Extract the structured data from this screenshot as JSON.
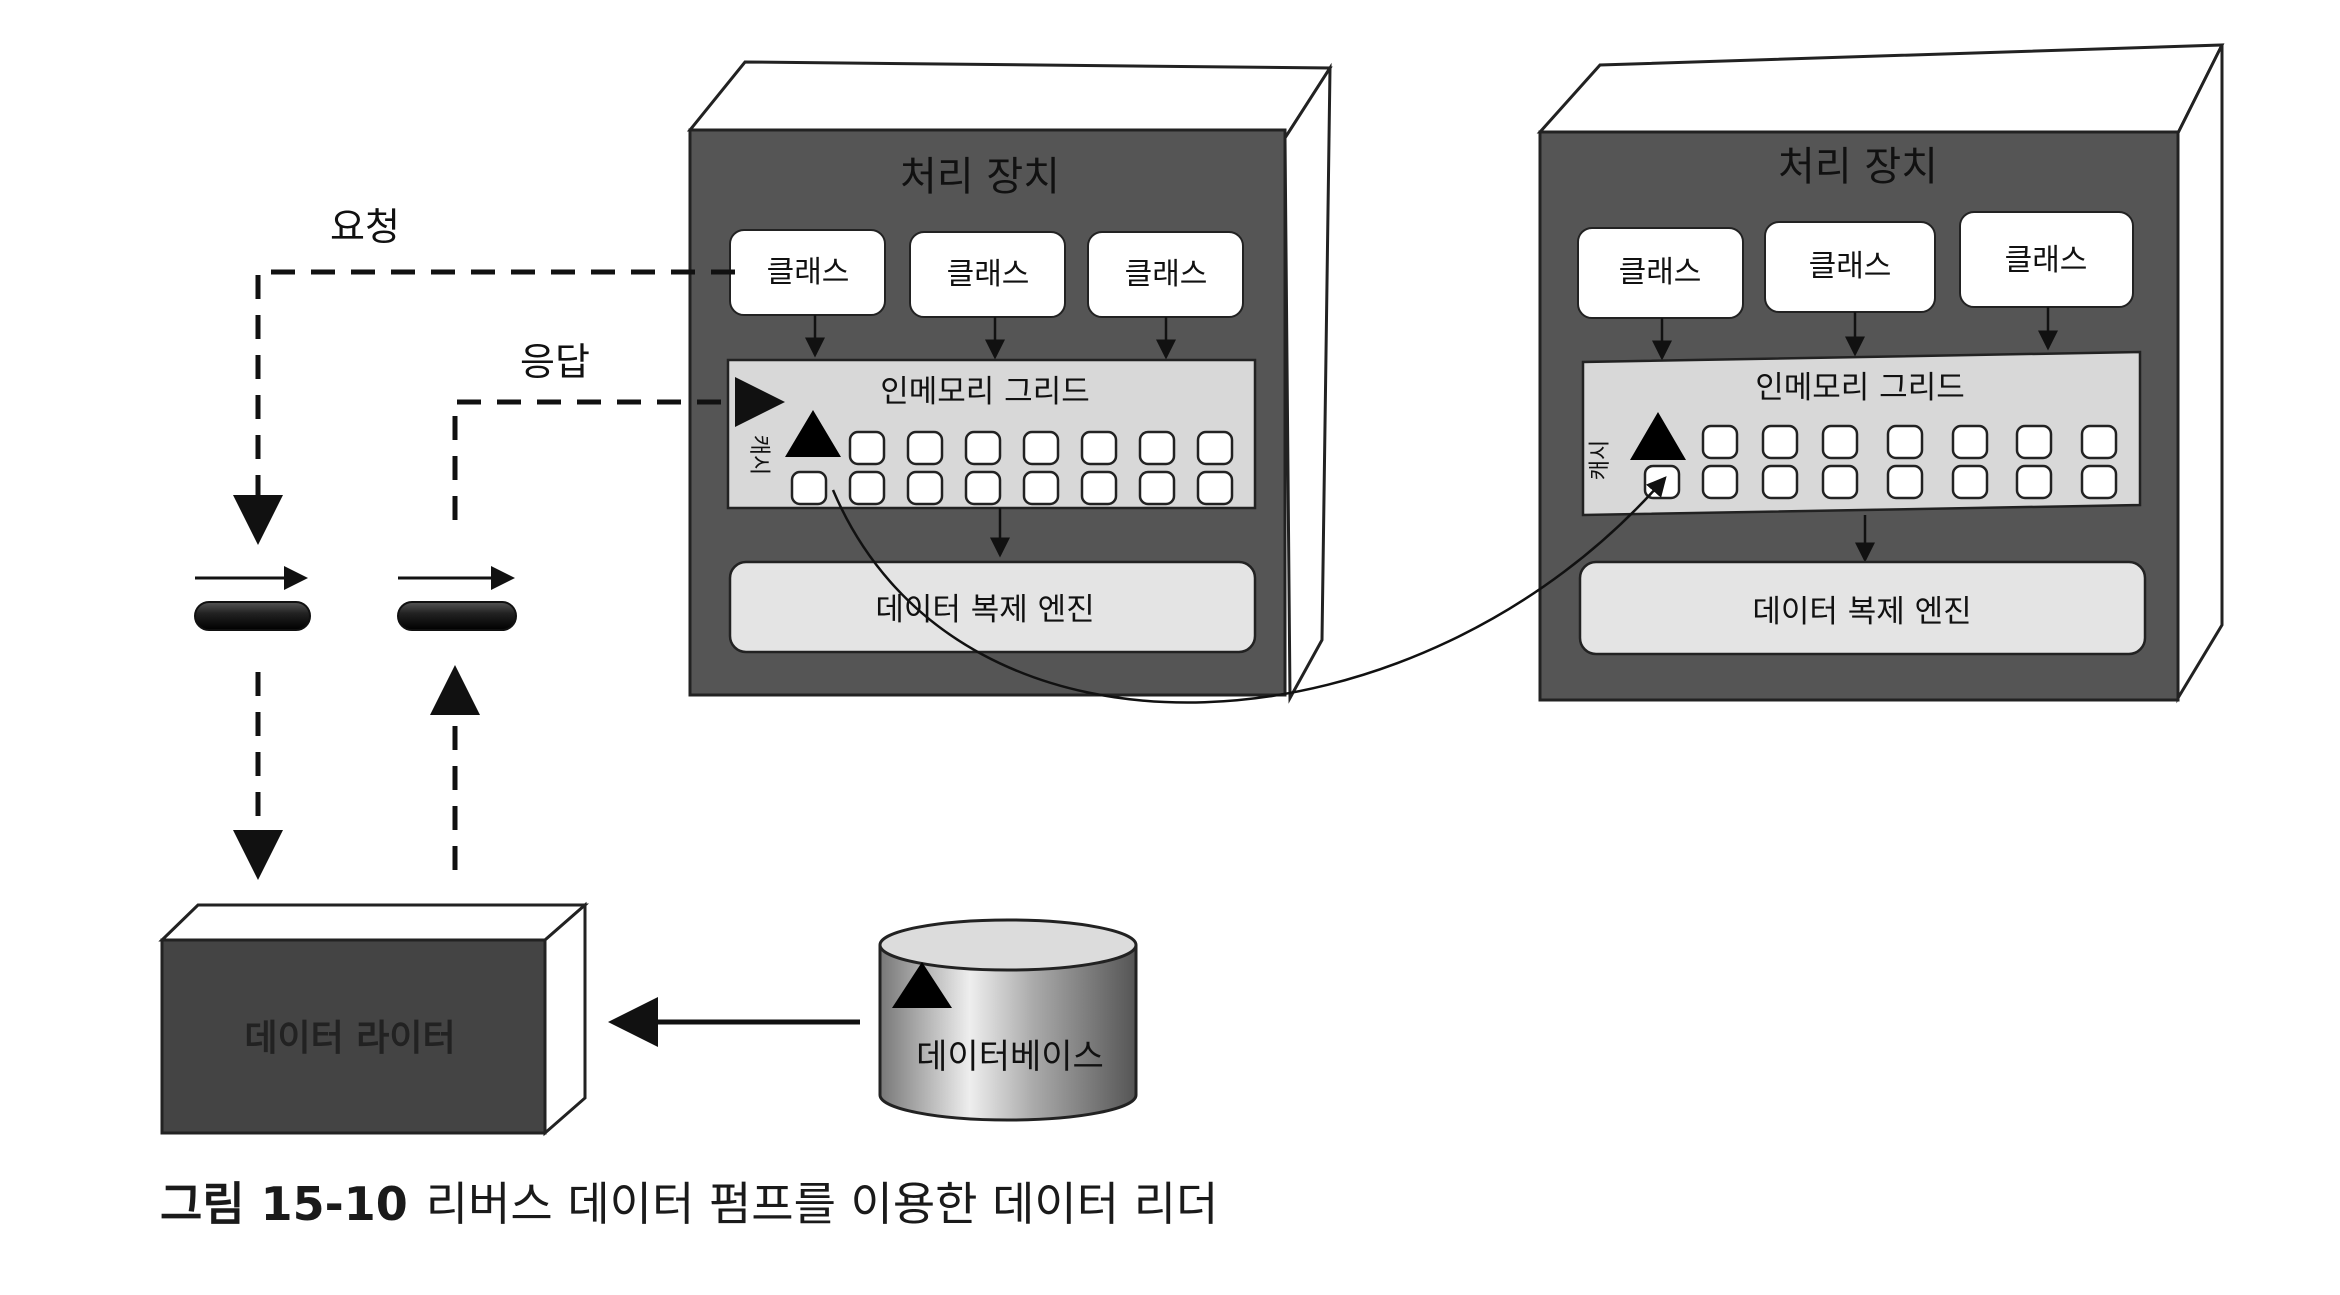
{
  "units": [
    {
      "title": "처리 장치",
      "classes": [
        "클래스",
        "클래스",
        "클래스"
      ],
      "grid_label": "인메모리 그리드",
      "cache_label": "캐시",
      "engine_label": "데이터 복제 엔진"
    },
    {
      "title": "처리 장치",
      "classes": [
        "클래스",
        "클래스",
        "클래스"
      ],
      "grid_label": "인메모리 그리드",
      "cache_label": "캐시",
      "engine_label": "데이터 복제 엔진"
    }
  ],
  "arrows": {
    "request_label": "요청",
    "response_label": "응답"
  },
  "data_reader_label": "데이터 라이터",
  "database_label": "데이터베이스",
  "caption": {
    "number": "그림 15-10",
    "text": "리버스 데이터 펌프를 이용한 데이터 리더"
  }
}
